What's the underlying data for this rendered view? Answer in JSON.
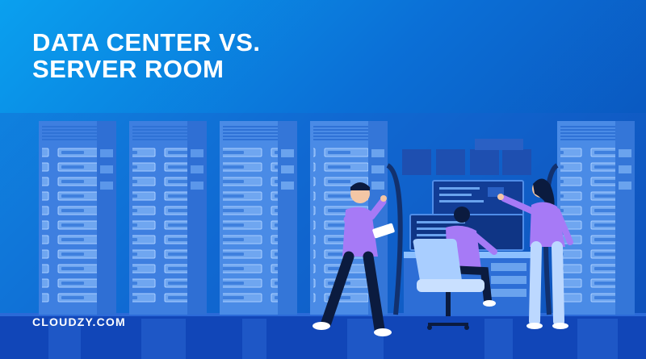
{
  "headline": {
    "line1": "DATA CENTER VS.",
    "line2": "SERVER ROOM"
  },
  "brand": {
    "name": "CLOUDZY.COM"
  },
  "colors": {
    "background_light": "#0aa0ef",
    "background_dark": "#0a48b0",
    "rack_body": "#4a8be6",
    "rack_highlight": "#8cc0ff",
    "shirt": "#a67af6",
    "floor": "#1146b8",
    "text": "#ffffff"
  },
  "icons": [
    "server-rack",
    "monitor",
    "office-chair",
    "tablet"
  ]
}
